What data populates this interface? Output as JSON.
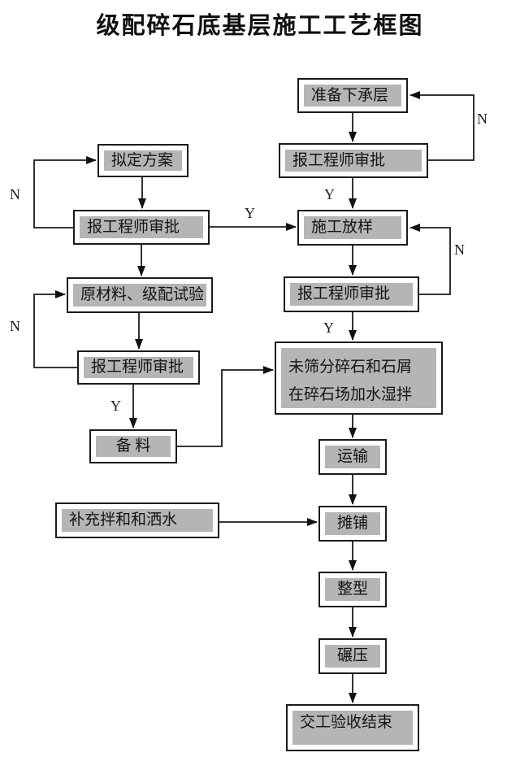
{
  "title": "级配碎石底基层施工工艺框图",
  "edge_labels": {
    "yes": "Y",
    "no": "N"
  },
  "nodes": {
    "prepare_sublayer": "准备下承层",
    "approval_engineer_r1": "报工程师审批",
    "setting_out": "施工放样",
    "approval_engineer_r2": "报工程师审批",
    "mixing_line1": "未筛分碎石和石屑",
    "mixing_line2": "在碎石场加水湿拌",
    "transport": "运输",
    "paving": "摊铺",
    "shaping": "整型",
    "rolling": "碾压",
    "acceptance_end": "交工验收结束",
    "draft_plan": "拟定方案",
    "approval_engineer_l1": "报工程师审批",
    "materials_gradation_test": "原材料、级配试验",
    "approval_engineer_l2": "报工程师审批",
    "material_preparation": "备 料",
    "supplementary_mixing_watering": "补充拌和和洒水"
  },
  "colors": {
    "background": "#ffffff",
    "box_border": "#1b1b1b",
    "box_fill": "#b5b5b5",
    "line": "#1b1b1b",
    "text": "#141414"
  }
}
